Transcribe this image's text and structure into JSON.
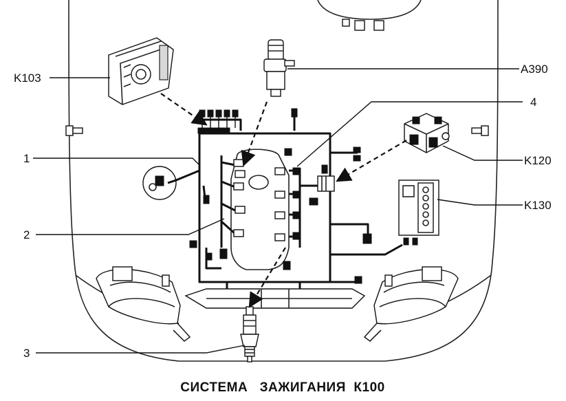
{
  "labels": {
    "k103": "K103",
    "a390": "A390",
    "n4": "4",
    "k120": "K120",
    "n1": "1",
    "k130": "K130",
    "n2": "2",
    "n3": "3"
  },
  "caption": "СИСТЕМА   ЗАЖИГАНИЯ  К100"
}
